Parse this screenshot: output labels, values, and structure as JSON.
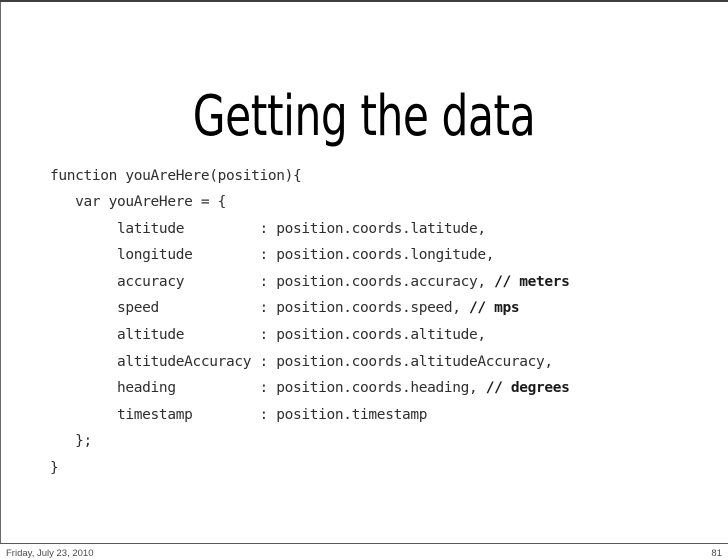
{
  "slide": {
    "title": "Getting the data",
    "code_lines": [
      {
        "text": "function youAreHere(position){",
        "comment": ""
      },
      {
        "text": "   var youAreHere = {",
        "comment": ""
      },
      {
        "text": "        latitude         : position.coords.latitude,",
        "comment": ""
      },
      {
        "text": "        longitude        : position.coords.longitude,",
        "comment": ""
      },
      {
        "text": "        accuracy         : position.coords.accuracy, ",
        "comment": "// meters"
      },
      {
        "text": "        speed            : position.coords.speed, ",
        "comment": "// mps"
      },
      {
        "text": "        altitude         : position.coords.altitude,",
        "comment": ""
      },
      {
        "text": "        altitudeAccuracy : position.coords.altitudeAccuracy,",
        "comment": ""
      },
      {
        "text": "        heading          : position.coords.heading, ",
        "comment": "// degrees"
      },
      {
        "text": "        timestamp        : position.timestamp",
        "comment": ""
      },
      {
        "text": "   };",
        "comment": ""
      },
      {
        "text": "}",
        "comment": ""
      }
    ]
  },
  "footer": {
    "date": "Friday, July 23, 2010",
    "page_number": "81"
  },
  "colors": {
    "background": "#ffffff",
    "title_text": "#000000",
    "code_text": "#2f2f2f",
    "comment_text": "#1a1a1a",
    "footer_text": "#4a4a4a",
    "rule": "#5a5a5a",
    "top_border": "#3f3f3f"
  }
}
